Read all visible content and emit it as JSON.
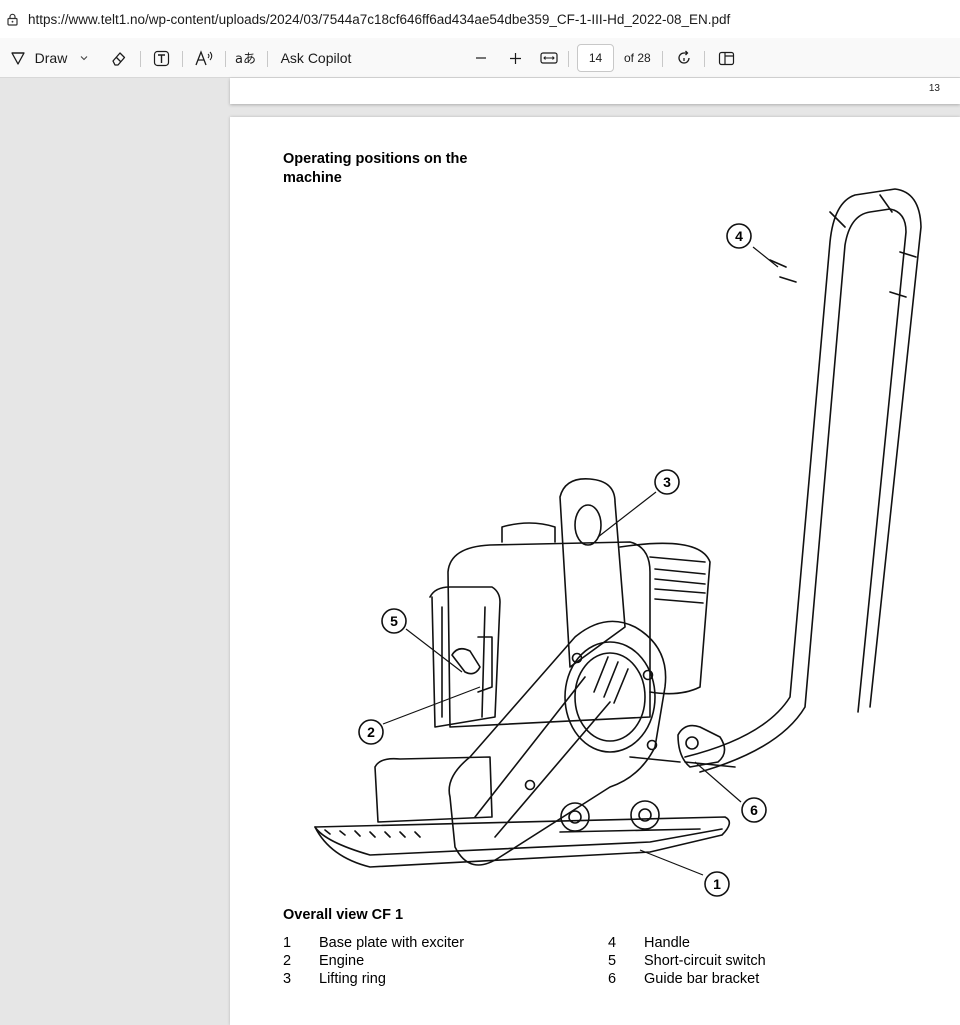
{
  "browser": {
    "url": "https://www.telt1.no/wp-content/uploads/2024/03/7544a7c18cf646ff6ad434ae54dbe359_CF-1-III-Hd_2022-08_EN.pdf"
  },
  "toolbar": {
    "draw_label": "Draw",
    "copilot_label": "Ask Copilot",
    "page_current": "14",
    "page_total": "of 28"
  },
  "previous_page": {
    "page_number": "13"
  },
  "document": {
    "heading": "Operating positions on the machine",
    "figure_title": "Overall view CF 1",
    "legend": [
      {
        "num": "1",
        "label": "Base plate with exciter"
      },
      {
        "num": "2",
        "label": "Engine"
      },
      {
        "num": "3",
        "label": "Lifting ring"
      },
      {
        "num": "4",
        "label": "Handle"
      },
      {
        "num": "5",
        "label": "Short-circuit switch"
      },
      {
        "num": "6",
        "label": "Guide bar bracket"
      }
    ],
    "callouts": [
      "1",
      "2",
      "3",
      "4",
      "5",
      "6"
    ]
  }
}
